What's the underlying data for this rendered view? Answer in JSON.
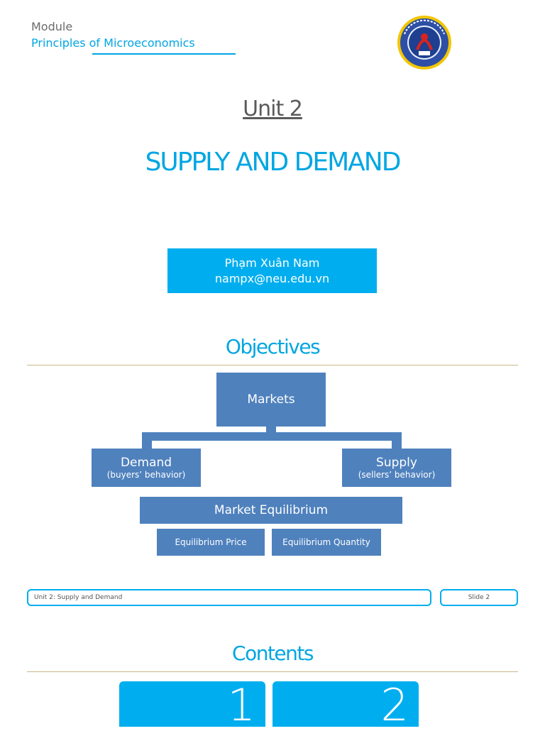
{
  "header": {
    "module_label": "Module",
    "module_name": "Principles of Microeconomics"
  },
  "title": {
    "unit": "Unit 2",
    "main": "SUPPLY AND DEMAND"
  },
  "author": {
    "name": "Phạm Xuân Nam",
    "email": "nampx@neu.edu.vn"
  },
  "objectives": {
    "heading": "Objectives",
    "markets": "Markets",
    "demand": "Demand",
    "demand_sub": "(buyers’ behavior)",
    "supply": "Supply",
    "supply_sub": "(sellers’ behavior)",
    "equilibrium": "Market Equilibrium",
    "eq_price": "Equilibrium Price",
    "eq_quantity": "Equilibrium Quantity"
  },
  "footer": {
    "unit_label": "Unit 2: Supply and Demand",
    "slide_label": "Slide 2"
  },
  "contents": {
    "heading": "Contents",
    "tiles": [
      "1",
      "2"
    ]
  },
  "colors": {
    "accent": "#00aeef",
    "node": "#4f81bd",
    "rule": "#c8b88a"
  },
  "icons": {
    "logo": "university-seal-logo"
  }
}
